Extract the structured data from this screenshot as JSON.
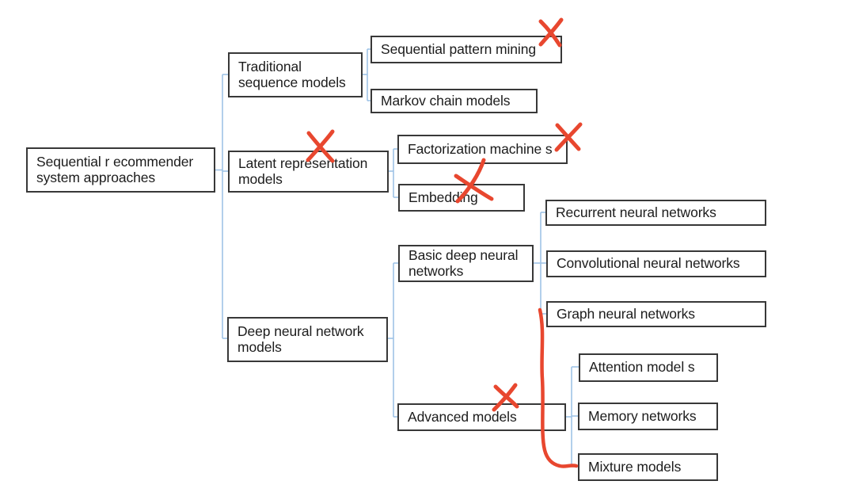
{
  "diagram": {
    "description": "Hierarchy diagram of sequential recommender system approaches with hand-drawn red cross-out annotations",
    "colors": {
      "box_border": "#383838",
      "connector_blue": "#9fc3e6",
      "annotation_red": "#e8472f",
      "text": "#1c1c1c",
      "background": "#ffffff"
    },
    "nodes": [
      {
        "id": "root",
        "label": "Sequential r ecommender\nsystem approaches",
        "parent": null,
        "crossed_out": false
      },
      {
        "id": "traditional",
        "label": "Traditional\nsequence models",
        "parent": "root",
        "crossed_out": false
      },
      {
        "id": "latent",
        "label": "Latent representation\nmodels",
        "parent": "root",
        "crossed_out": true
      },
      {
        "id": "deep",
        "label": "Deep neural network\nmodels",
        "parent": "root",
        "crossed_out": false
      },
      {
        "id": "sequential-pattern-mining",
        "label": "Sequential pattern mining",
        "parent": "traditional",
        "crossed_out": true
      },
      {
        "id": "markov-chain-models",
        "label": "Markov chain models",
        "parent": "traditional",
        "crossed_out": false
      },
      {
        "id": "factorization-machines",
        "label": "Factorization machine s",
        "parent": "latent",
        "crossed_out": true
      },
      {
        "id": "embedding",
        "label": "Embedding",
        "parent": "latent",
        "crossed_out": true
      },
      {
        "id": "basic-deep-neural-networks",
        "label": "Basic deep neural\nnetworks",
        "parent": "deep",
        "crossed_out": false
      },
      {
        "id": "advanced-models",
        "label": "Advanced models",
        "parent": "deep",
        "crossed_out": true
      },
      {
        "id": "recurrent-neural-networks",
        "label": "Recurrent neural networks",
        "parent": "basic-deep-neural-networks",
        "crossed_out": false
      },
      {
        "id": "convolutional-neural-networks",
        "label": "Convolutional neural networks",
        "parent": "basic-deep-neural-networks",
        "crossed_out": false
      },
      {
        "id": "graph-neural-networks",
        "label": "Graph neural networks",
        "parent": "basic-deep-neural-networks",
        "crossed_out": false
      },
      {
        "id": "attention-models",
        "label": "Attention model s",
        "parent": "advanced-models",
        "crossed_out": false
      },
      {
        "id": "memory-networks",
        "label": "Memory networks",
        "parent": "advanced-models",
        "crossed_out": false
      },
      {
        "id": "mixture-models",
        "label": "Mixture models",
        "parent": "advanced-models",
        "crossed_out": false
      }
    ],
    "annotations": [
      {
        "type": "cross",
        "on": "sequential-pattern-mining"
      },
      {
        "type": "cross",
        "on": "latent"
      },
      {
        "type": "cross",
        "on": "factorization-machines"
      },
      {
        "type": "cross",
        "on": "embedding"
      },
      {
        "type": "cross",
        "on": "advanced-models"
      },
      {
        "type": "curved-line",
        "from": "graph-neural-networks",
        "to": "mixture-models"
      }
    ]
  }
}
